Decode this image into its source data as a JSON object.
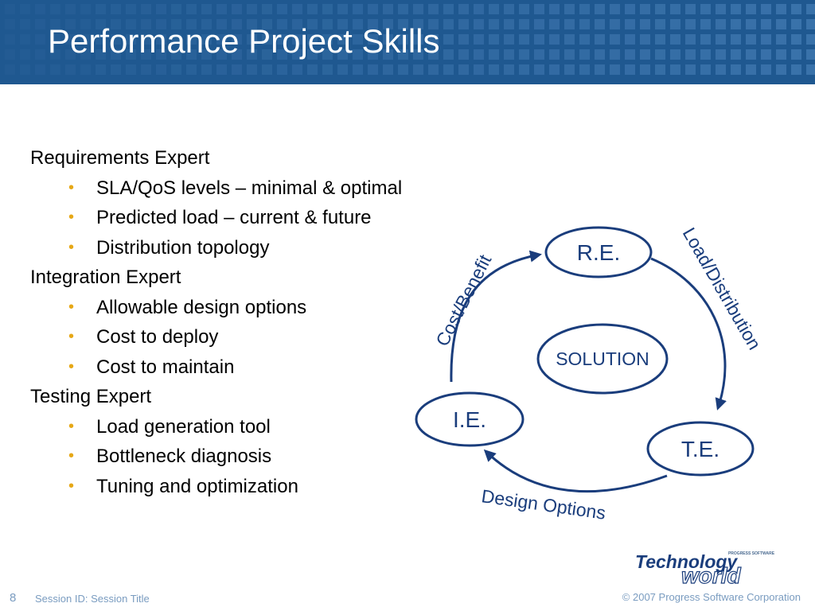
{
  "slide": {
    "title": "Performance Project Skills",
    "page_number": "8",
    "session": "Session ID: Session Title",
    "copyright": "© 2007 Progress Software Corporation"
  },
  "outline": [
    {
      "heading": "Requirements Expert",
      "bullets": [
        "SLA/QoS levels – minimal & optimal",
        "Predicted load – current & future",
        "Distribution topology"
      ]
    },
    {
      "heading": "Integration Expert",
      "bullets": [
        "Allowable design options",
        "Cost to deploy",
        "Cost to maintain"
      ]
    },
    {
      "heading": "Testing Expert",
      "bullets": [
        "Load generation tool",
        "Bottleneck diagnosis",
        "Tuning and optimization"
      ]
    }
  ],
  "diagram": {
    "nodes": {
      "re": "R.E.",
      "ie": "I.E.",
      "te": "T.E.",
      "solution": "SOLUTION"
    },
    "edges": {
      "cost_benefit": "Cost/Benefit",
      "load_distribution": "Load/Distribution",
      "design_options": "Design Options"
    }
  },
  "logo": {
    "word1": "Technology",
    "word2": "world",
    "tagline": "PROGRESS SOFTWARE"
  },
  "colors": {
    "header": "#1f5890",
    "tile": "#3a72aa",
    "bullet": "#e6a817",
    "diagram": "#1a3d7c",
    "footer": "#7a9cc0"
  }
}
